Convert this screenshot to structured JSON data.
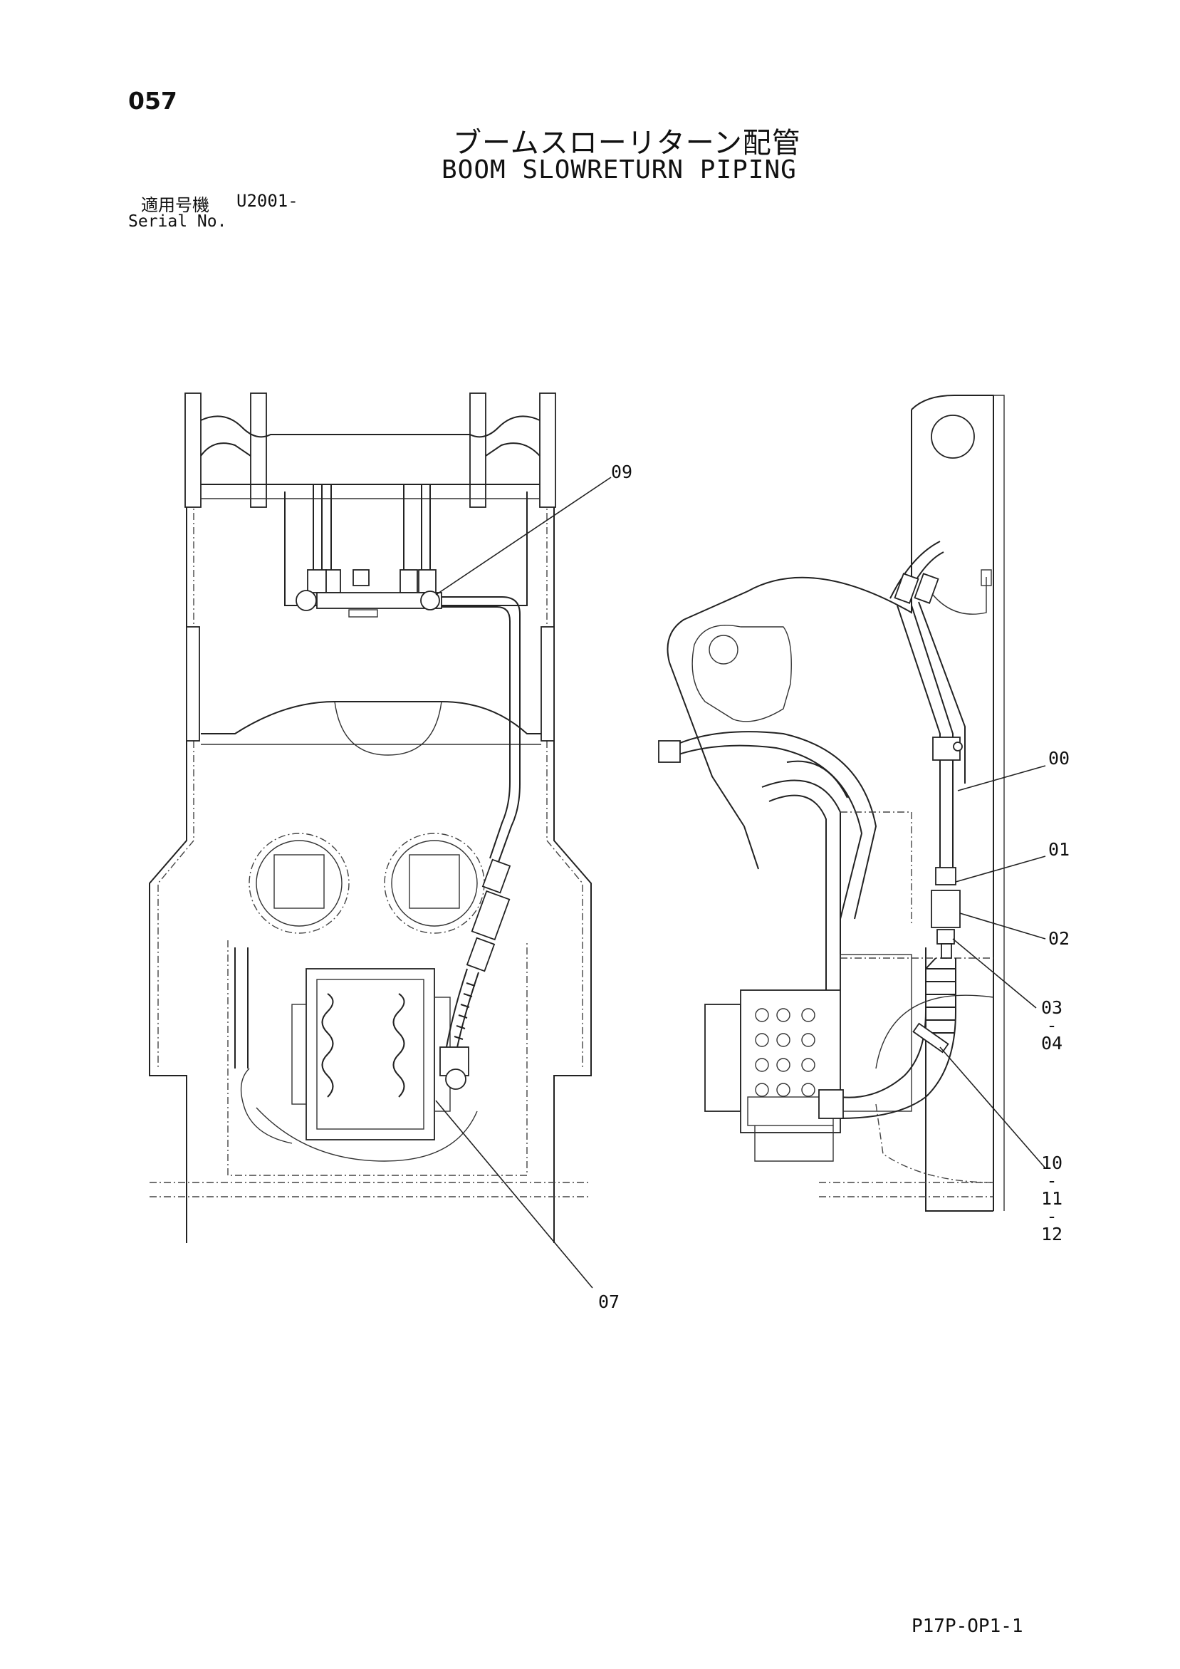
{
  "page": {
    "number": "057",
    "code": "P17P-OP1-1"
  },
  "title": {
    "japanese": "ブームスローリターン配管",
    "english": "BOOM SLOWRETURN PIPING"
  },
  "serial": {
    "label_jp": "適用号機",
    "value": "U2001-",
    "label_en": "Serial No."
  },
  "callouts": {
    "c09": "09",
    "c07": "07",
    "c00": "00",
    "c01": "01",
    "c02": "02",
    "c03": "03",
    "c03_sep": "-",
    "c04": "04",
    "c10": "10",
    "c10_sep1": "-",
    "c11": "11",
    "c10_sep2": "-",
    "c12": "12"
  }
}
